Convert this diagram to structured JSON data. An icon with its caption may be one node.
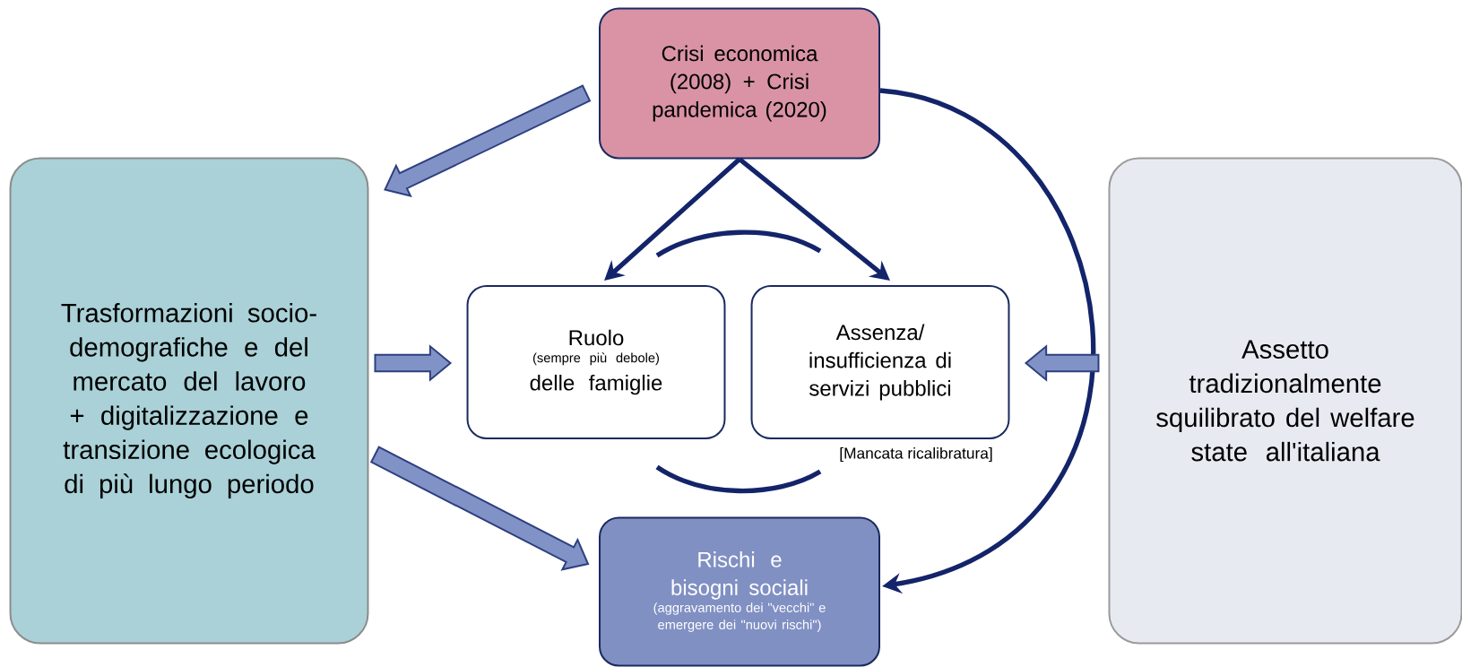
{
  "diagram": {
    "nodes": [
      {
        "text": [
          "Crisi economica (2008) + Crisi pandemica (2020)"
        ]
      },
      {
        "text": [
          "Trasformazioni socio-demografiche e del mercato del lavoro + digitalizzazione e transizione ecologica di più lungo periodo"
        ]
      },
      {
        "text": [
          "Ruolo",
          "(sempre più debole)",
          "delle famiglie"
        ]
      },
      {
        "text": [
          "Assenza/ insufficienza di servizi pubblici"
        ]
      },
      {
        "text": [
          "Rischi e bisogni sociali",
          "(aggravamento dei \"vecchi\" e emergere dei \"nuovi rischi\")"
        ]
      },
      {
        "text": [
          "Assetto tradizionalmente squilibrato del welfare state all'italiana"
        ]
      }
    ],
    "edges": [
      {
        "from": 0,
        "to": 1,
        "arrow": "to",
        "style": "thick",
        "color": "#8193c6"
      },
      {
        "from": 0,
        "to": 2,
        "arrow": "to"
      },
      {
        "from": 0,
        "to": 3,
        "arrow": "to"
      },
      {
        "from": 0,
        "to": 4,
        "arrow": "to"
      },
      {
        "from": 1,
        "to": 2,
        "arrow": "to",
        "style": "thick",
        "color": "#8193c6"
      },
      {
        "from": 1,
        "to": 4,
        "arrow": "to",
        "style": "thick",
        "color": "#8193c6"
      },
      {
        "from": 5,
        "to": 3,
        "arrow": "to",
        "style": "thick",
        "color": "#8193c6"
      },
      {
        "from": 2,
        "to": 3,
        "arrow": "none"
      },
      {
        "from": 2,
        "to": 3,
        "arrow": "none"
      }
    ],
    "labels": [
      "[Mancata ricalibratura]"
    ]
  }
}
